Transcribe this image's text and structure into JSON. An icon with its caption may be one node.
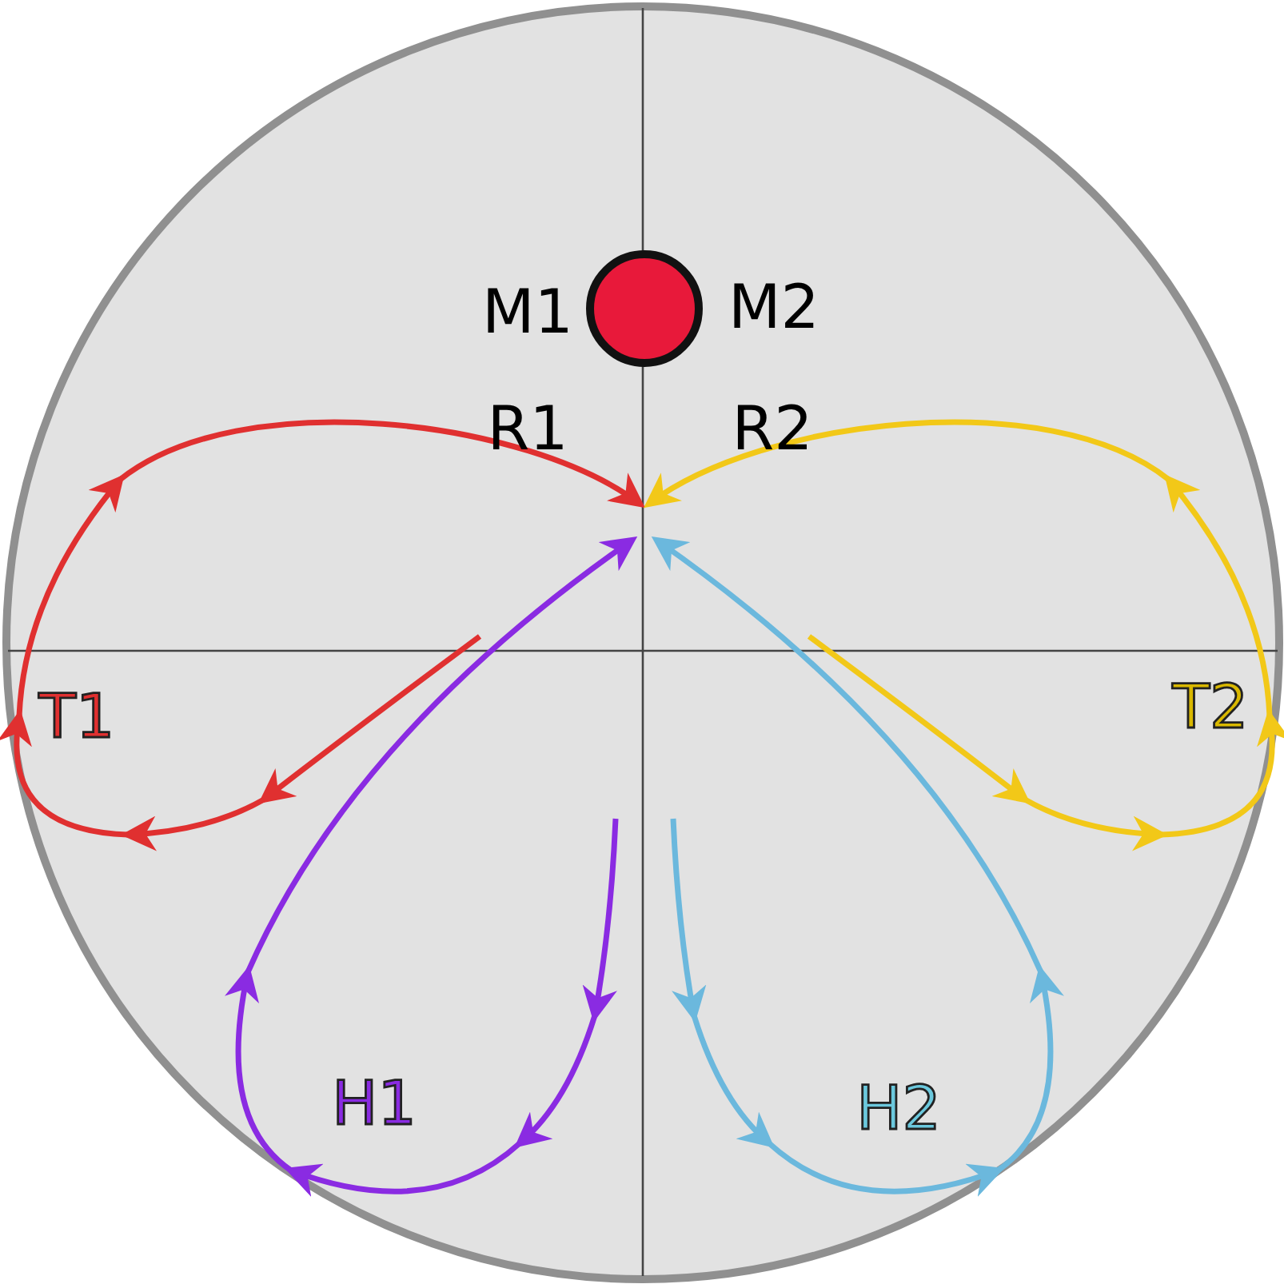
{
  "diagram": {
    "nodes": [
      {
        "text": [],
        "shape": "circle"
      }
    ],
    "labels": [
      "M1",
      "M2",
      "R1",
      "R2",
      "T1",
      "T2",
      "H1",
      "H2"
    ]
  }
}
